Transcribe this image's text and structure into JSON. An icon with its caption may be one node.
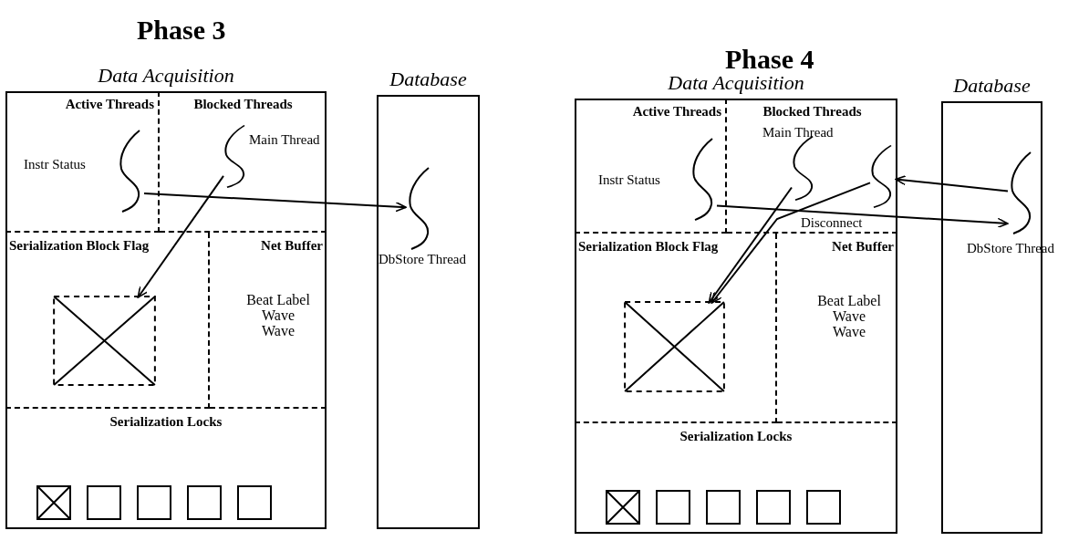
{
  "diagram": {
    "nodes": [
      {
        "text": [
          "Data Acquisition"
        ]
      },
      {
        "text": [
          "Active Threads"
        ],
        "in": 0
      },
      {
        "text": [
          "Blocked Threads"
        ],
        "in": 0
      },
      {
        "text": [
          "Serialization Block Flag"
        ],
        "in": 0
      },
      {
        "text": [
          "Net Buffer",
          "Beat Label Wave Wave"
        ],
        "in": 0
      },
      {
        "text": [
          "Serialization Locks"
        ],
        "in": 0
      },
      {
        "text": [],
        "shape": "wave",
        "beside": [
          "Instr Status"
        ],
        "in": 1
      },
      {
        "text": [],
        "shape": "wave",
        "beside": [
          "Main Thread"
        ],
        "in": 2
      },
      {
        "text": [],
        "shape": "box",
        "in": 3
      },
      {
        "text": [
          "Database"
        ]
      },
      {
        "text": [],
        "shape": "wave",
        "beside": [
          "DbStore Thread"
        ],
        "in": 9
      },
      {
        "text": [
          "Data Acquisition"
        ]
      },
      {
        "text": [
          "Active Threads"
        ],
        "in": 11
      },
      {
        "text": [
          "Blocked Threads"
        ],
        "in": 11
      },
      {
        "text": [
          "Serialization Block Flag"
        ],
        "in": 11
      },
      {
        "text": [
          "Net Buffer",
          "Beat Label Wave Wave"
        ],
        "in": 11
      },
      {
        "text": [
          "Serialization Locks"
        ],
        "in": 11
      },
      {
        "text": [],
        "shape": "wave",
        "beside": [
          "Instr Status"
        ],
        "in": 12
      },
      {
        "text": [],
        "shape": "wave",
        "beside": [
          "Main Thread"
        ],
        "in": 13
      },
      {
        "text": [],
        "shape": "wave",
        "beside": [
          "Disconnect"
        ],
        "in": 13
      },
      {
        "text": [],
        "shape": "box",
        "in": 14
      },
      {
        "text": [
          "Database"
        ]
      },
      {
        "text": [],
        "shape": "wave",
        "beside": [
          "DbStore Thread"
        ],
        "in": 21
      }
    ],
    "edges": [
      {
        "from": 6,
        "to": 10,
        "arrow": "to"
      },
      {
        "from": 7,
        "to": 8,
        "arrow": "to"
      },
      {
        "from": 17,
        "to": 22,
        "arrow": "to"
      },
      {
        "from": 22,
        "to": 19,
        "arrow": "to"
      },
      {
        "from": 18,
        "to": 20,
        "arrow": "to"
      },
      {
        "from": 19,
        "to": 20,
        "arrow": "to"
      }
    ],
    "labels": [
      "Phase 3",
      "Phase 4"
    ]
  }
}
